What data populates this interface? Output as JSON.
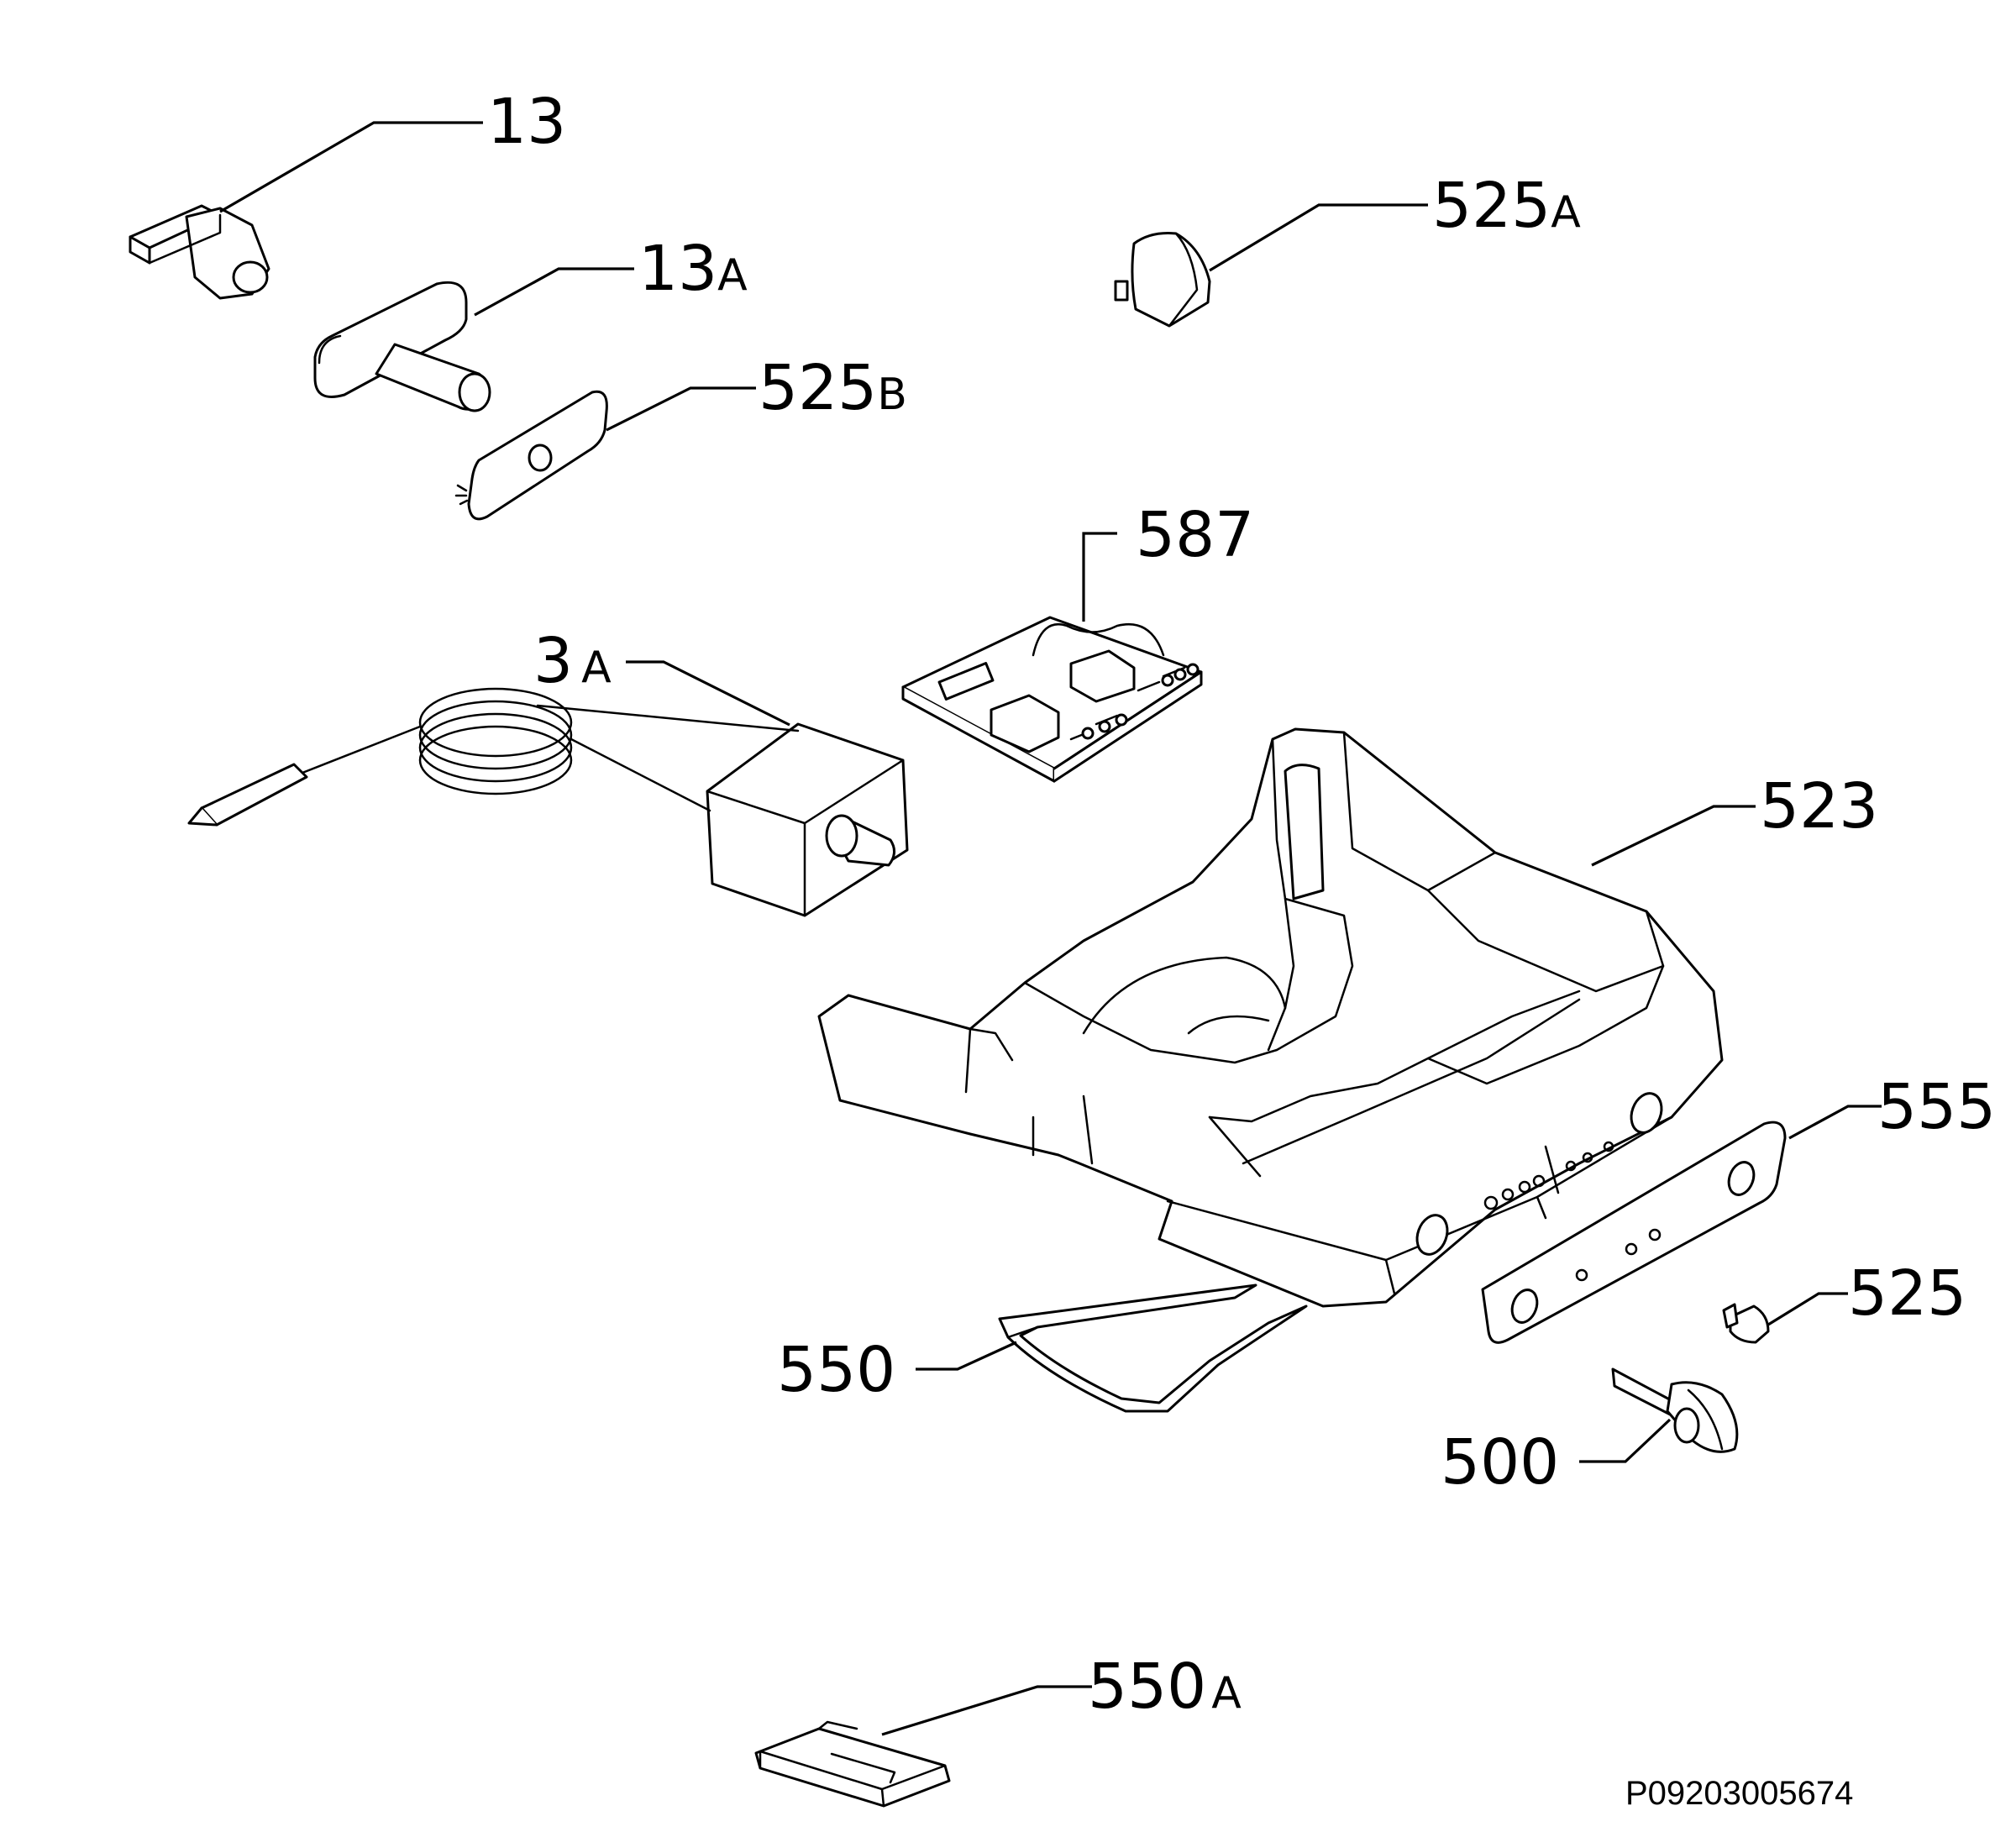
{
  "callouts": {
    "p13": {
      "number": "13",
      "suffix": ""
    },
    "p13a": {
      "number": "13",
      "suffix": "A"
    },
    "p525b": {
      "number": "525",
      "suffix": "B"
    },
    "p525a": {
      "number": "525",
      "suffix": "A"
    },
    "p587": {
      "number": "587",
      "suffix": ""
    },
    "p3a": {
      "number": "3",
      "suffix": "A"
    },
    "p523": {
      "number": "523",
      "suffix": ""
    },
    "p555": {
      "number": "555",
      "suffix": ""
    },
    "p525": {
      "number": "525",
      "suffix": ""
    },
    "p550": {
      "number": "550",
      "suffix": ""
    },
    "p500": {
      "number": "500",
      "suffix": ""
    },
    "p550a": {
      "number": "550",
      "suffix": "A"
    }
  },
  "document_code": "P09203005674"
}
